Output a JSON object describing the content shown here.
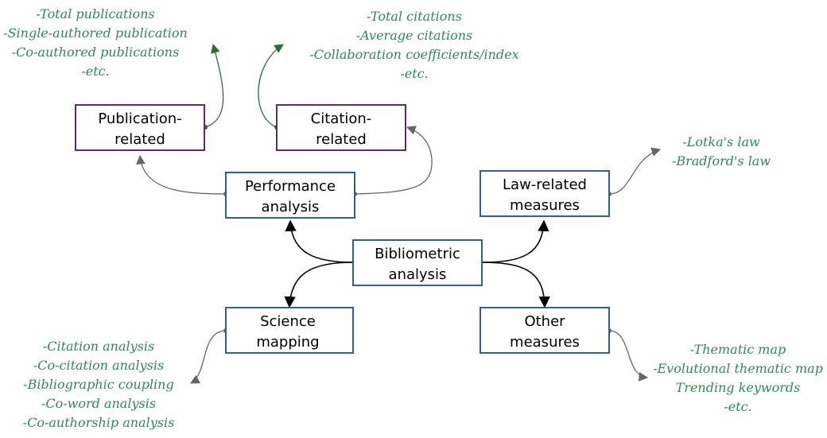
{
  "colors": {
    "blue_border": "#2f5f9e",
    "purple_border": "#5b2a86",
    "green_text": "#2e8a57",
    "green_connector": "#2f6b3a",
    "gray_connector": "#666666",
    "black_connector": "#000000"
  },
  "boxes": {
    "center": {
      "line1": "Bibliometric",
      "line2": "analysis"
    },
    "performance": {
      "line1": "Performance",
      "line2": "analysis"
    },
    "publication": {
      "line1": "Publication-",
      "line2": "related"
    },
    "citation": {
      "line1": "Citation-",
      "line2": "related"
    },
    "law": {
      "line1": "Law-related",
      "line2": "measures"
    },
    "science": {
      "line1": "Science",
      "line2": "mapping"
    },
    "other": {
      "line1": "Other",
      "line2": "measures"
    }
  },
  "lists": {
    "publication": [
      "-Total publications",
      "-Single-authored publication",
      "-Co-authored publications",
      "-etc."
    ],
    "citation": [
      "-Total citations",
      "-Average citations",
      "-Collaboration coefficients/index",
      "-etc."
    ],
    "law": [
      "-Lotka's law",
      "-Bradford's law"
    ],
    "science": [
      "-Citation analysis",
      "-Co-citation analysis",
      "-Bibliographic coupling",
      "-Co-word analysis",
      "-Co-authorship analysis"
    ],
    "other": [
      "-Thematic map",
      "-Evolutional thematic map",
      "Trending keywords",
      "-etc."
    ]
  }
}
